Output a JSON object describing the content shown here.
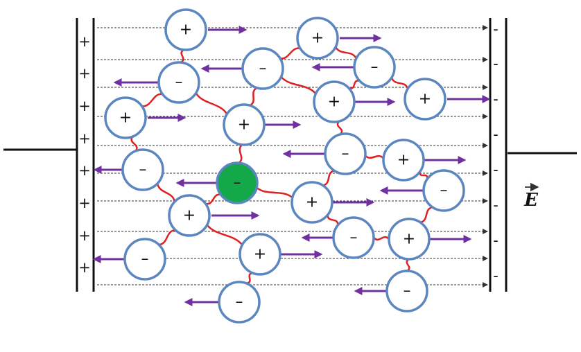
{
  "field": {
    "label": "E"
  },
  "left_plate": {
    "signs": [
      "+",
      "+",
      "+",
      "+",
      "+",
      "+",
      "+",
      "+"
    ]
  },
  "right_plate": {
    "signs": [
      "-",
      "-",
      "-",
      "-",
      "-",
      "-",
      "-",
      "-"
    ]
  },
  "ions": [
    {
      "sign": "+",
      "arrow": "right"
    },
    {
      "sign": "+",
      "arrow": "right"
    },
    {
      "sign": "-",
      "arrow": "left"
    },
    {
      "sign": "-",
      "arrow": "left"
    },
    {
      "sign": "-",
      "arrow": "left"
    },
    {
      "sign": "+",
      "arrow": "right"
    },
    {
      "sign": "+",
      "arrow": "right"
    },
    {
      "sign": "+",
      "arrow": "right"
    },
    {
      "sign": "+",
      "arrow": "right"
    },
    {
      "sign": "-",
      "arrow": "left"
    },
    {
      "sign": "+",
      "arrow": "right"
    },
    {
      "sign": "-",
      "arrow": "left"
    },
    {
      "sign": "-",
      "arrow": "left",
      "highlighted": true
    },
    {
      "sign": "-",
      "arrow": "left"
    },
    {
      "sign": "+",
      "arrow": "right"
    },
    {
      "sign": "+",
      "arrow": "right"
    },
    {
      "sign": "-",
      "arrow": "left"
    },
    {
      "sign": "-",
      "arrow": "left"
    },
    {
      "sign": "+",
      "arrow": "right"
    },
    {
      "sign": "+",
      "arrow": "right"
    },
    {
      "sign": "-",
      "arrow": "left"
    },
    {
      "sign": "-",
      "arrow": "left"
    },
    {
      "sign": "-",
      "arrow": "left"
    }
  ],
  "colors": {
    "ion_outline": "#5b86c0",
    "ion_fill": "#ffffff",
    "highlight_fill": "#14a84a",
    "arrow": "#7030a0",
    "bond": "#e02020",
    "field_line": "#333333",
    "plate": "#111111"
  }
}
